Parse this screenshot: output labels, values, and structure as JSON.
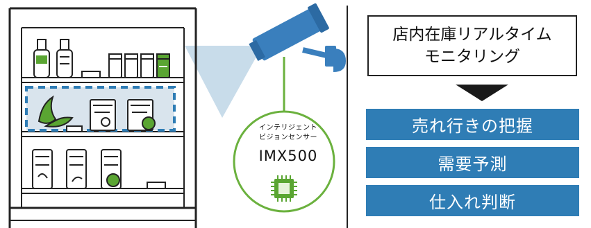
{
  "sensor": {
    "description_line1": "インテリジェント",
    "description_line2": "ビジョンセンサー",
    "model": "IMX500"
  },
  "monitoring": {
    "title_line1": "店内在庫リアルタイム",
    "title_line2": "モニタリング"
  },
  "outcomes": [
    {
      "label": "売れ行きの把握"
    },
    {
      "label": "需要予測"
    },
    {
      "label": "仕入れ判断"
    }
  ],
  "colors": {
    "accent_blue": "#2f7db5",
    "camera_blue": "#3a7fbd",
    "product_green": "#5aa532",
    "cone_light_blue": "#b6d0e3",
    "highlight_fill": "#d9e4ed"
  },
  "icons": [
    "camera-icon",
    "chip-icon",
    "shelf-illustration",
    "bottle-icon",
    "banana-icon",
    "package-icon"
  ]
}
